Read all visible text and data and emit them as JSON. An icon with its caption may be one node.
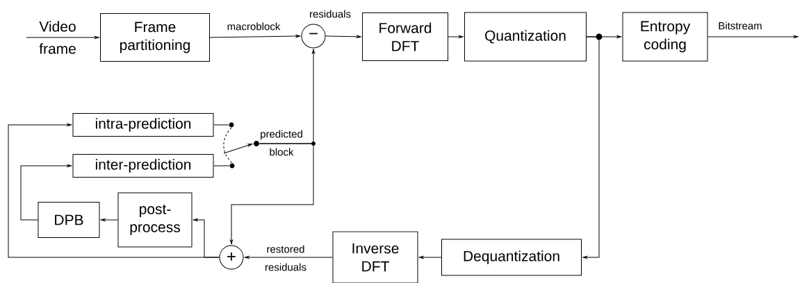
{
  "diagram": {
    "nodes": [
      {
        "text": [
          "Frame partitioning"
        ]
      },
      {
        "text": [
          "−"
        ],
        "beside": [
          "residuals"
        ]
      },
      {
        "text": [
          "Forward DFT"
        ]
      },
      {
        "text": [
          "Quantization"
        ]
      },
      {
        "text": [
          "Entropy coding"
        ]
      },
      {
        "text": [
          "intra-prediction"
        ]
      },
      {
        "text": [
          "inter-prediction"
        ]
      },
      {
        "text": [
          "DPB"
        ]
      },
      {
        "text": [
          "post-process"
        ]
      },
      {
        "text": [
          "+"
        ]
      },
      {
        "text": [
          "Inverse DFT"
        ]
      },
      {
        "text": [
          "Dequantization"
        ]
      },
      {
        "text": [],
        "shape": "circle"
      },
      {
        "text": [],
        "shape": "circle"
      },
      {
        "text": [],
        "shape": "circle"
      }
    ],
    "edges": [
      {
        "from": null,
        "to": 0,
        "arrow": "to",
        "label": "Video frame"
      },
      {
        "from": 0,
        "to": 1,
        "arrow": "to",
        "label": "macroblock"
      },
      {
        "from": 1,
        "to": 2,
        "arrow": "to"
      },
      {
        "from": 2,
        "to": 3,
        "arrow": "to"
      },
      {
        "from": 3,
        "to": 4,
        "arrow": "to"
      },
      {
        "from": 3,
        "to": 11,
        "arrow": "to"
      },
      {
        "from": 4,
        "to": null,
        "arrow": "to",
        "label": "Bitstream"
      },
      {
        "from": 11,
        "to": 10,
        "arrow": "to"
      },
      {
        "from": 10,
        "to": 9,
        "arrow": "to",
        "label": "restored residuals"
      },
      {
        "from": 9,
        "to": 8,
        "arrow": "to"
      },
      {
        "from": 9,
        "to": 5,
        "arrow": "to"
      },
      {
        "from": 8,
        "to": 7,
        "arrow": "to"
      },
      {
        "from": 7,
        "to": 6,
        "arrow": "to"
      },
      {
        "from": 5,
        "to": 13,
        "arrow": "none"
      },
      {
        "from": 6,
        "to": 14,
        "arrow": "none"
      },
      {
        "from": 12,
        "to": 1,
        "arrow": "to",
        "label": "predicted block"
      },
      {
        "from": 12,
        "to": 9,
        "arrow": "to"
      },
      {
        "from": 13,
        "to": 14,
        "arrow": "none",
        "style": "dashed"
      },
      {
        "from": null,
        "to": 12,
        "arrow": "to"
      }
    ]
  }
}
